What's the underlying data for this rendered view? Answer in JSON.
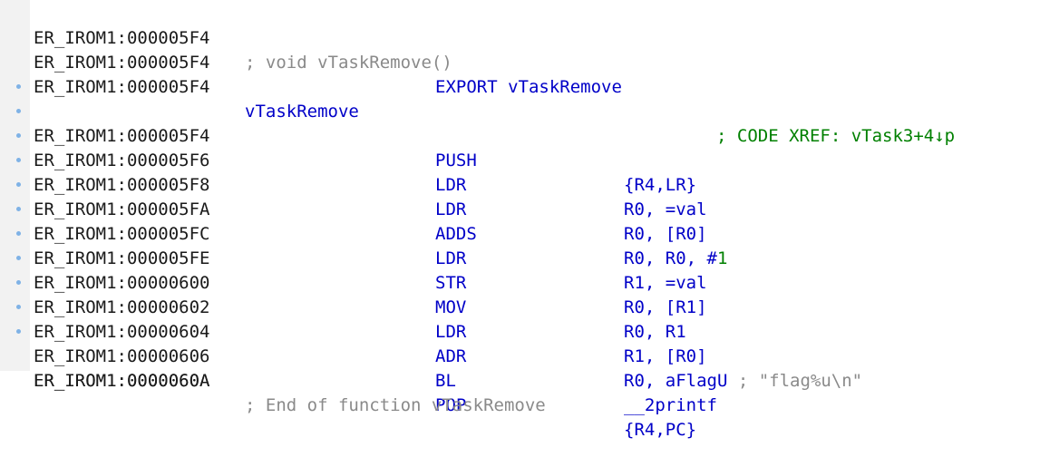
{
  "colors": {
    "address": "#1a1a1a",
    "instruction": "#0000c8",
    "comment": "#8a8a8a",
    "xref": "#008000",
    "immediate": "#008000",
    "gutter_dot": "#7fb2e6",
    "gutter_bg": "#f2f2f2"
  },
  "listing": {
    "header": {
      "address": "ER_IROM1:000005F4",
      "comment": "; void vTaskRemove()"
    },
    "export_line": {
      "address": "ER_IROM1:000005F4",
      "directive": "EXPORT vTaskRemove"
    },
    "label_line": {
      "address": "ER_IROM1:000005F4",
      "label": "vTaskRemove",
      "xref": "; CODE XREF: vTask3+4↓p"
    },
    "instructions": [
      {
        "address": "ER_IROM1:000005F4",
        "mnemonic": "PUSH",
        "operands": "{R4,LR}"
      },
      {
        "address": "ER_IROM1:000005F6",
        "mnemonic": "LDR",
        "operands": "R0, =val"
      },
      {
        "address": "ER_IROM1:000005F8",
        "mnemonic": "LDR",
        "operands": "R0, [R0]"
      },
      {
        "address": "ER_IROM1:000005FA",
        "mnemonic": "ADDS",
        "operands": "R0, R0, #",
        "immediate": "1"
      },
      {
        "address": "ER_IROM1:000005FC",
        "mnemonic": "LDR",
        "operands": "R1, =val"
      },
      {
        "address": "ER_IROM1:000005FE",
        "mnemonic": "STR",
        "operands": "R0, [R1]"
      },
      {
        "address": "ER_IROM1:00000600",
        "mnemonic": "MOV",
        "operands": "R0, R1"
      },
      {
        "address": "ER_IROM1:00000602",
        "mnemonic": "LDR",
        "operands": "R1, [R0]"
      },
      {
        "address": "ER_IROM1:00000604",
        "mnemonic": "ADR",
        "operands": "R0, aFlagU",
        "comment": " ; \"flag%u\\n\""
      },
      {
        "address": "ER_IROM1:00000606",
        "mnemonic": "BL",
        "operands": "__2printf"
      },
      {
        "address": "ER_IROM1:0000060A",
        "mnemonic": "POP",
        "operands": "{R4,PC}"
      }
    ],
    "footer": {
      "address": "ER_IROM1:0000060A",
      "comment": "; End of function vTaskRemove"
    }
  }
}
